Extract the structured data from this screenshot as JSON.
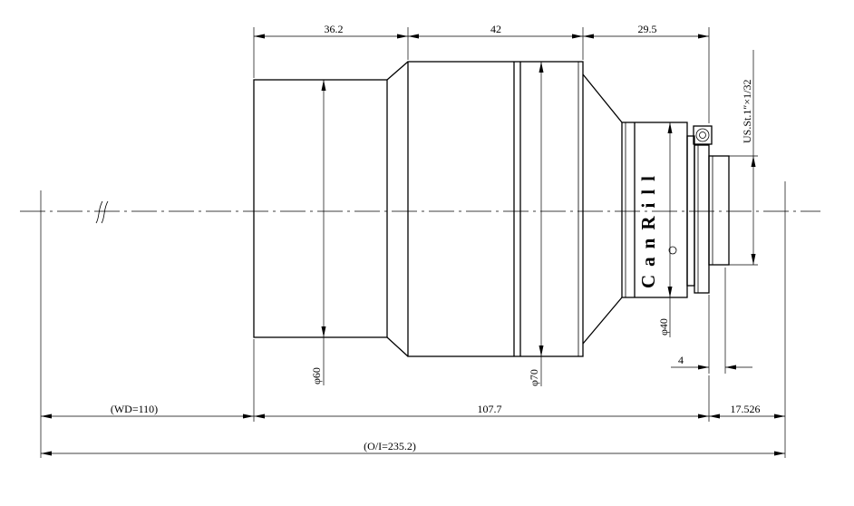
{
  "dimensions": {
    "section_front": "36.2",
    "section_middle": "42",
    "section_rear": "29.5",
    "length_total": "107.7",
    "working_distance": "(WD=110)",
    "back_focus": "17.526",
    "object_to_image": "(O/I=235.2)",
    "mount_thickness": "4",
    "dia_front": "φ60",
    "dia_middle": "φ70",
    "dia_ring": "φ40",
    "thread": "US.St.1″×1/32"
  },
  "brand": {
    "text": "CanRill"
  },
  "icons": {
    "axis_break": "axis-break-icon",
    "mount_screw": "mount-screw-icon",
    "aperture_marker": "aperture-marker-icon"
  }
}
